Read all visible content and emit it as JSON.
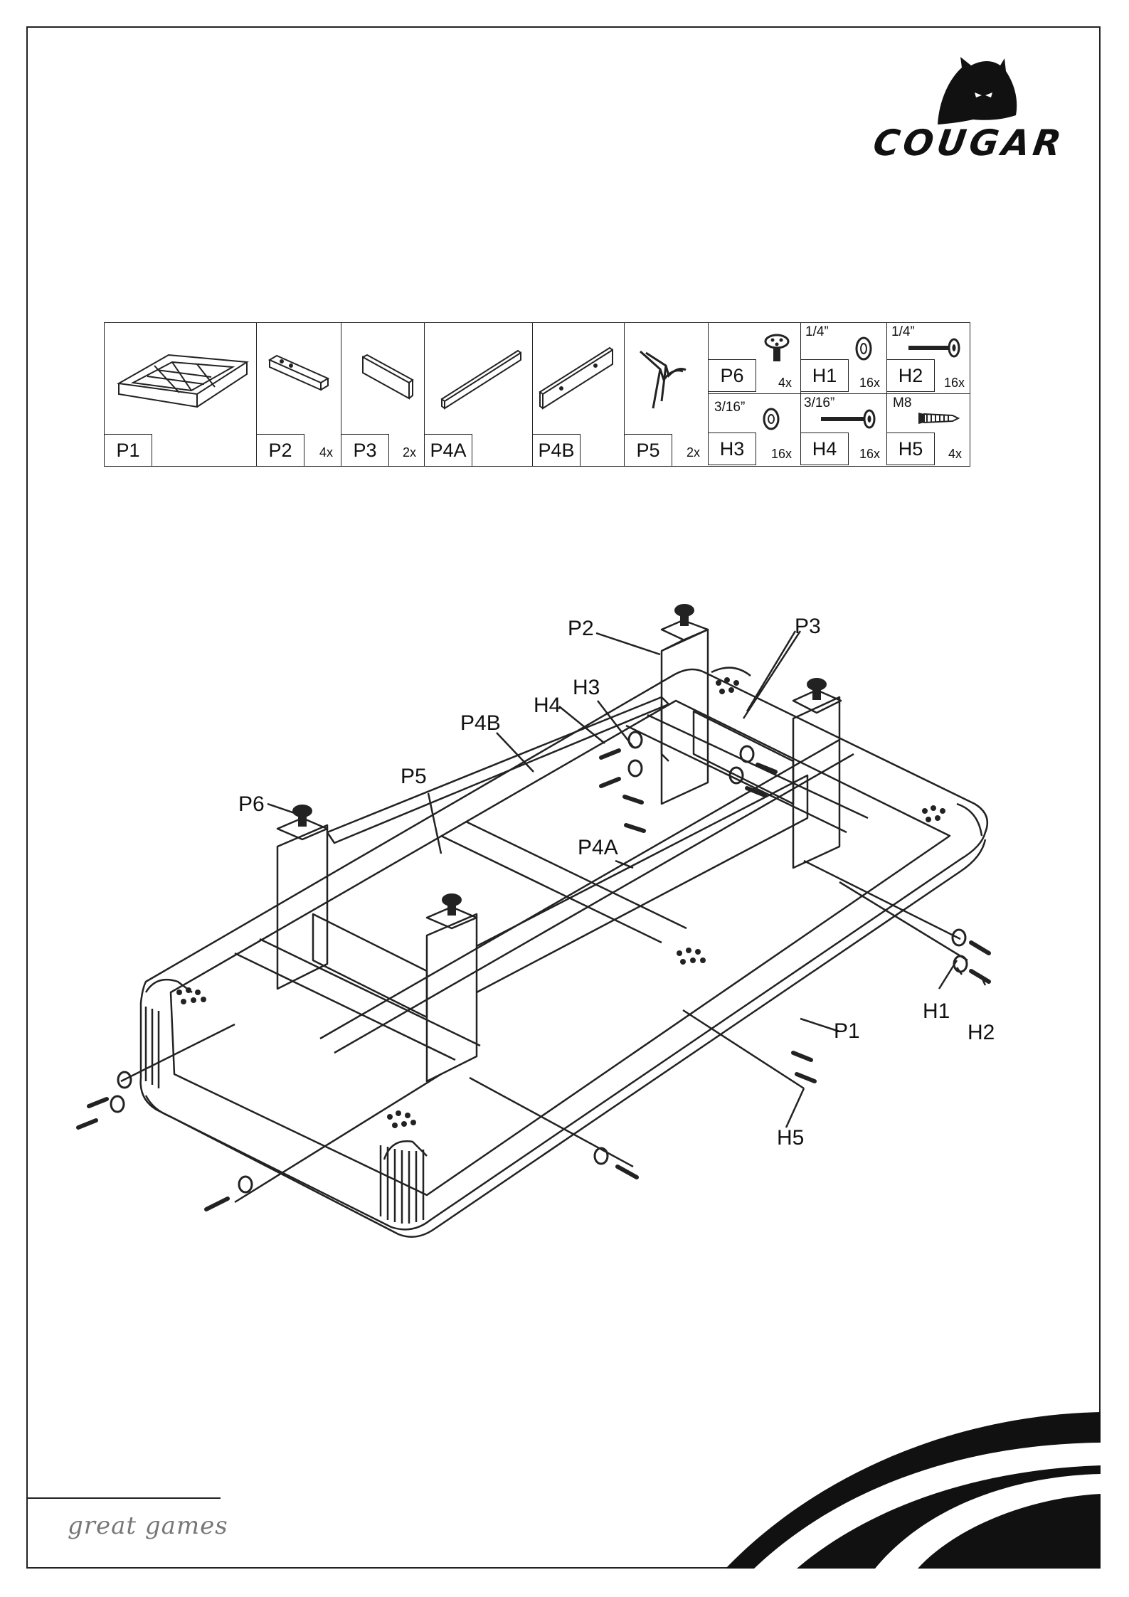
{
  "brand": {
    "name": "COUGAR",
    "tagline": "great games"
  },
  "parts_table": {
    "parts": [
      {
        "code": "P1",
        "qty": ""
      },
      {
        "code": "P2",
        "qty": "4x"
      },
      {
        "code": "P3",
        "qty": "2x"
      },
      {
        "code": "P4A",
        "qty": ""
      },
      {
        "code": "P4B",
        "qty": ""
      },
      {
        "code": "P5",
        "qty": "2x"
      }
    ],
    "hardware": [
      {
        "code": "P6",
        "qty": "4x",
        "size": ""
      },
      {
        "code": "H1",
        "qty": "16x",
        "size": "1/4”"
      },
      {
        "code": "H2",
        "qty": "16x",
        "size": "1/4”"
      },
      {
        "code": "H3",
        "qty": "16x",
        "size": "3/16”"
      },
      {
        "code": "H4",
        "qty": "16x",
        "size": "3/16”"
      },
      {
        "code": "H5",
        "qty": "4x",
        "size": "M8"
      }
    ]
  },
  "diagram": {
    "callouts": {
      "p2": "P2",
      "p3": "P3",
      "h3": "H3",
      "h4": "H4",
      "p4b": "P4B",
      "p5": "P5",
      "p6": "P6",
      "p4a": "P4A",
      "h1": "H1",
      "h2": "H2",
      "p1": "P1",
      "h5": "H5"
    }
  }
}
